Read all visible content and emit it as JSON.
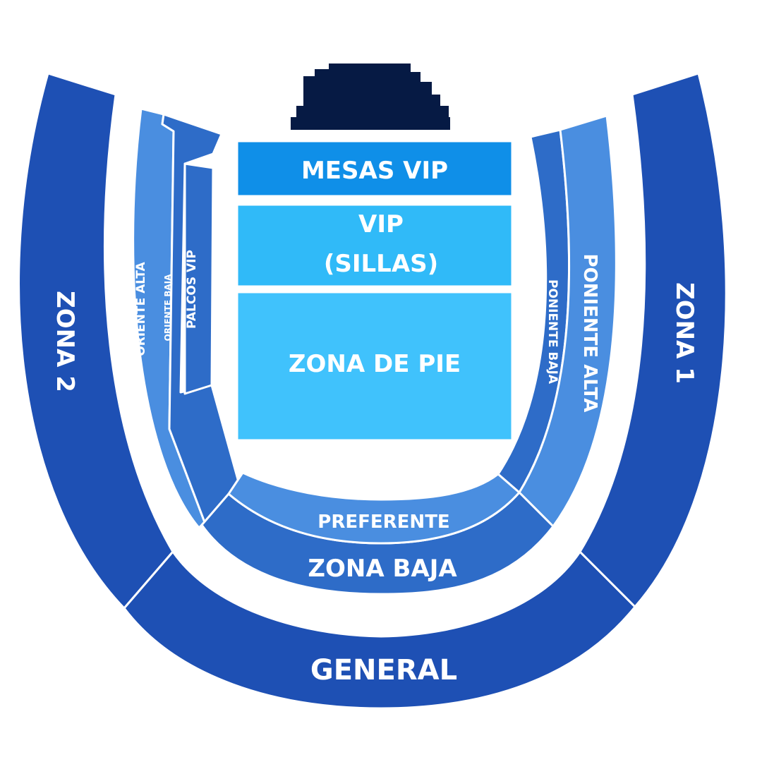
{
  "colors": {
    "outer": "#1e50b4",
    "middle": "#2e6cc8",
    "light": "#4a8ee0",
    "mesas_vip": "#0f8fe8",
    "vip_sillas": "#30baf8",
    "zona_de_pie": "#40c2fc",
    "stage": "#061a44"
  },
  "map": {
    "stage": {
      "icon": "stage-icon"
    },
    "sections": {
      "mesas_vip": "MESAS VIP",
      "vip_line1": "VIP",
      "vip_line2": "(SILLAS)",
      "zona_de_pie": "ZONA DE PIE",
      "general": "GENERAL",
      "zona_baja": "ZONA BAJA",
      "preferente": "PREFERENTE",
      "zona_1": "ZONA 1",
      "zona_2": "ZONA 2",
      "poniente_alta": "PONIENTE ALTA",
      "poniente_baja": "PONIENTE BAJA",
      "oriente_alta": "ORIENTE ALTA",
      "oriente_baja": "ORIENTE BAJA",
      "palcos_vip": "PALCOS VIP"
    }
  }
}
